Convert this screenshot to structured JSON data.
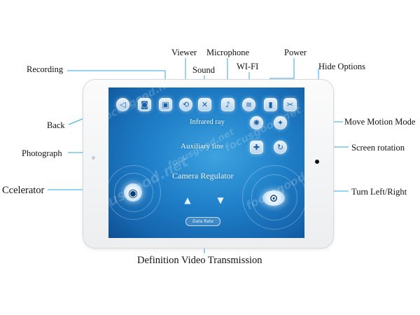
{
  "callouts": {
    "recording": "Recording",
    "viewer": "Viewer",
    "sound": "Sound",
    "microphone": "Microphone",
    "wifi": "WI-FI",
    "power": "Power",
    "hide_options": "Hide Options",
    "back": "Back",
    "photograph": "Photograph",
    "move_motion_mode": "Move Motion Mode",
    "screen_rotation": "Screen rotation",
    "accelerator": "Ccelerator",
    "turn": "Turn Left/Right",
    "definition": "Definition Video Transmission"
  },
  "screen": {
    "infrared_ray": "Infrared ray",
    "auxiliary_line": "Auxiliary line",
    "camera_regulator": "Camera Regulator",
    "data_rate": "Data Rate",
    "watermark": "focusgood.net"
  },
  "icons": {
    "toolbar": [
      "back-icon",
      "photograph-icon",
      "recording-icon",
      "viewer-icon",
      "sound-icon",
      "microphone-icon",
      "wifi-icon",
      "power-icon",
      "hide-options-icon"
    ],
    "glyphs": {
      "back": "◁",
      "photograph": "◙",
      "recording": "▣",
      "viewer": "⟲",
      "sound": "✕",
      "microphone": "♪",
      "wifi": "≋",
      "power": "▮",
      "hide": "✂",
      "infrared": "✺",
      "motion": "✦",
      "auxiliary": "✚",
      "rotation": "↻",
      "cam_left": "▲",
      "cam_right": "▼",
      "joy_left": "◉",
      "joy_right": "⊙"
    }
  },
  "colors": {
    "screen_blue": "#1f7fc8",
    "callout_line": "#2ea9e3"
  }
}
